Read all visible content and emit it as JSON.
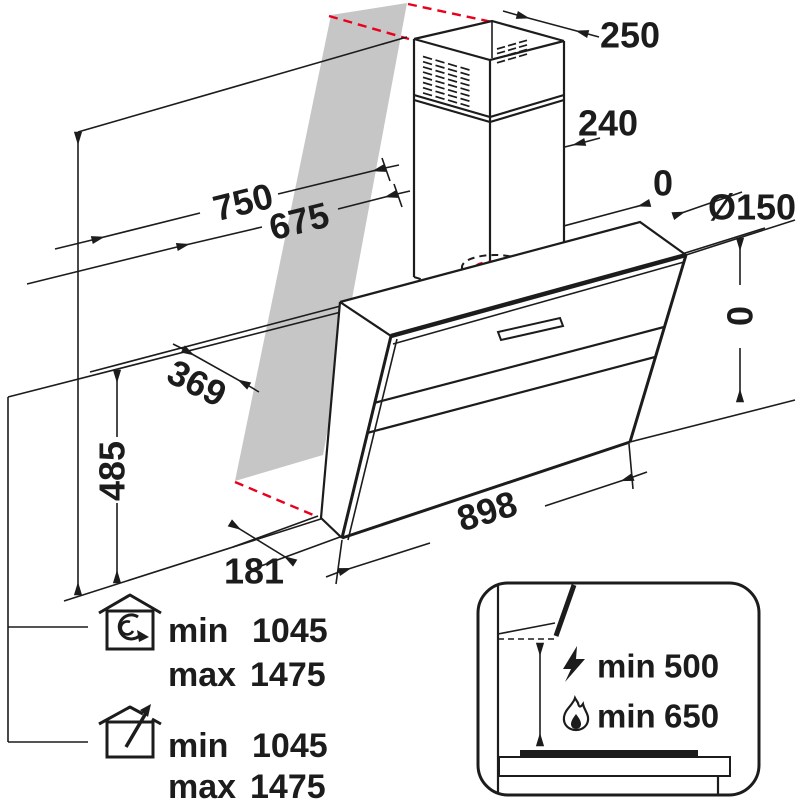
{
  "drawing": {
    "dims": {
      "chimney_top_width": "250",
      "chimney_depth": "240",
      "wall_width_750": "750",
      "wall_width_675": "675",
      "zero_back_offset": "0",
      "duct_diameter": "Ø150",
      "zero_side_offset": "0",
      "depth_369": "369",
      "height_485": "485",
      "hood_width": "898",
      "bottom_depth": "181"
    },
    "legend": {
      "recirculation": {
        "min_label": "min",
        "min_value": "1045",
        "max_label": "max",
        "max_value": "1475"
      },
      "ducted": {
        "min_label": "min",
        "min_value": "1045",
        "max_label": "max",
        "max_value": "1475"
      }
    },
    "inset": {
      "electric": {
        "label": "min",
        "value": "500"
      },
      "gas": {
        "label": "min",
        "value": "650"
      }
    },
    "icons": {
      "recirculation": "house-recirculation-icon",
      "ducted": "house-extraction-icon",
      "electric": "lightning-bolt-icon",
      "gas": "flame-icon"
    },
    "colors": {
      "line": "#1c1c1c",
      "wall_shade": "#c6c6c6",
      "marking_red": "#e8001c",
      "background": "#ffffff"
    }
  }
}
